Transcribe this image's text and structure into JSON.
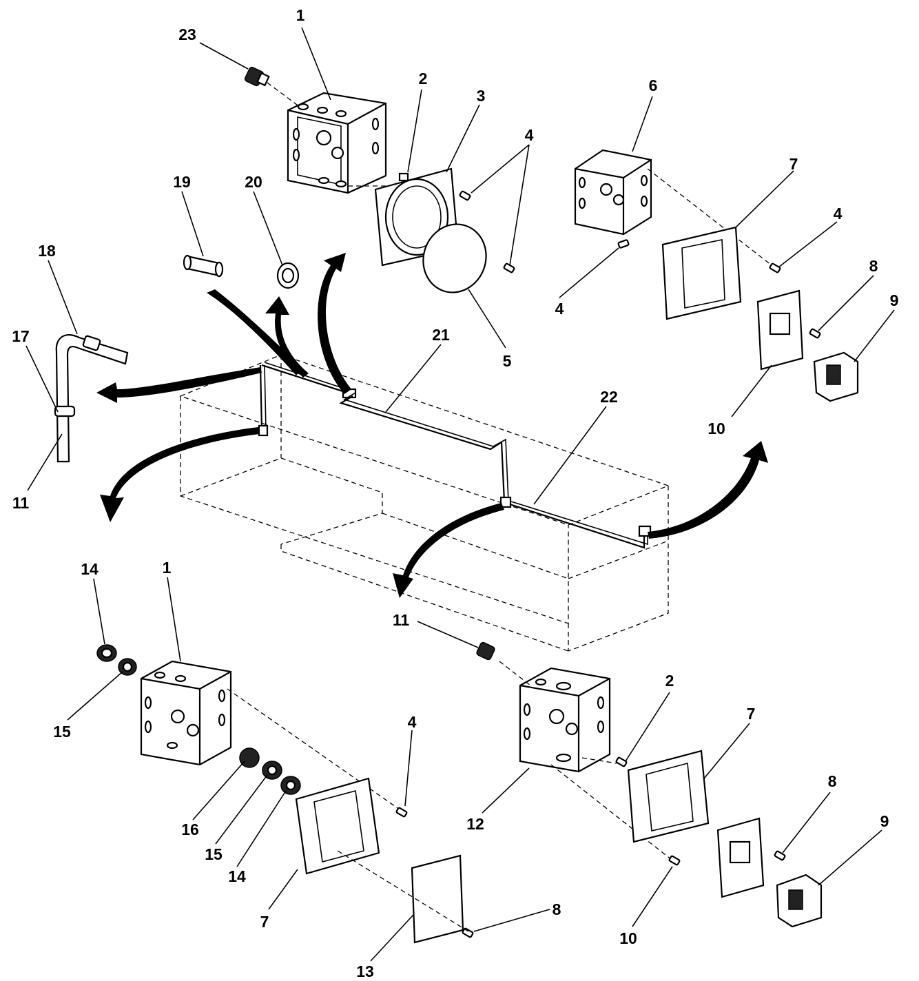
{
  "callouts": [
    {
      "id": "c1a",
      "text": "1"
    },
    {
      "id": "c2a",
      "text": "2"
    },
    {
      "id": "c3",
      "text": "3"
    },
    {
      "id": "c4a",
      "text": "4"
    },
    {
      "id": "c5",
      "text": "5"
    },
    {
      "id": "c6",
      "text": "6"
    },
    {
      "id": "c7a",
      "text": "7"
    },
    {
      "id": "c4b",
      "text": "4"
    },
    {
      "id": "c4c",
      "text": "4"
    },
    {
      "id": "c8a",
      "text": "8"
    },
    {
      "id": "c9a",
      "text": "9"
    },
    {
      "id": "c10a",
      "text": "10"
    },
    {
      "id": "c23",
      "text": "23"
    },
    {
      "id": "c19",
      "text": "19"
    },
    {
      "id": "c20",
      "text": "20"
    },
    {
      "id": "c18",
      "text": "18"
    },
    {
      "id": "c17",
      "text": "17"
    },
    {
      "id": "c11a",
      "text": "11"
    },
    {
      "id": "c21",
      "text": "21"
    },
    {
      "id": "c22",
      "text": "22"
    },
    {
      "id": "c14a",
      "text": "14"
    },
    {
      "id": "c1b",
      "text": "1"
    },
    {
      "id": "c15a",
      "text": "15"
    },
    {
      "id": "c16",
      "text": "16"
    },
    {
      "id": "c15b",
      "text": "15"
    },
    {
      "id": "c14b",
      "text": "14"
    },
    {
      "id": "c4d",
      "text": "4"
    },
    {
      "id": "c7b",
      "text": "7"
    },
    {
      "id": "c13",
      "text": "13"
    },
    {
      "id": "c8b",
      "text": "8"
    },
    {
      "id": "c11b",
      "text": "11"
    },
    {
      "id": "c2b",
      "text": "2"
    },
    {
      "id": "c7c",
      "text": "7"
    },
    {
      "id": "c12",
      "text": "12"
    },
    {
      "id": "c8c",
      "text": "8"
    },
    {
      "id": "c9b",
      "text": "9"
    },
    {
      "id": "c10b",
      "text": "10"
    }
  ]
}
